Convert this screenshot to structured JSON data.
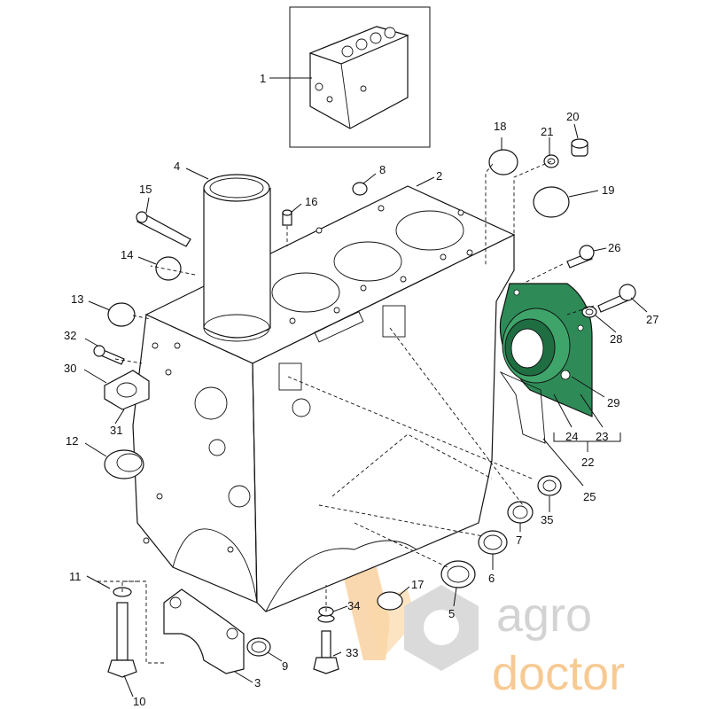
{
  "diagram": {
    "callouts": [
      "1",
      "2",
      "3",
      "4",
      "5",
      "6",
      "7",
      "8",
      "9",
      "10",
      "11",
      "12",
      "13",
      "14",
      "15",
      "16",
      "17",
      "18",
      "19",
      "20",
      "21",
      "22",
      "23",
      "24",
      "25",
      "26",
      "27",
      "28",
      "29",
      "30",
      "31",
      "32",
      "33",
      "34",
      "35"
    ],
    "highlight_color": "#2e8b57",
    "line_color": "#111111"
  },
  "watermark": {
    "line1": "agro",
    "line2": "doctor",
    "text_color": "#c8c8c8",
    "accent_color": "#f2a03c"
  }
}
